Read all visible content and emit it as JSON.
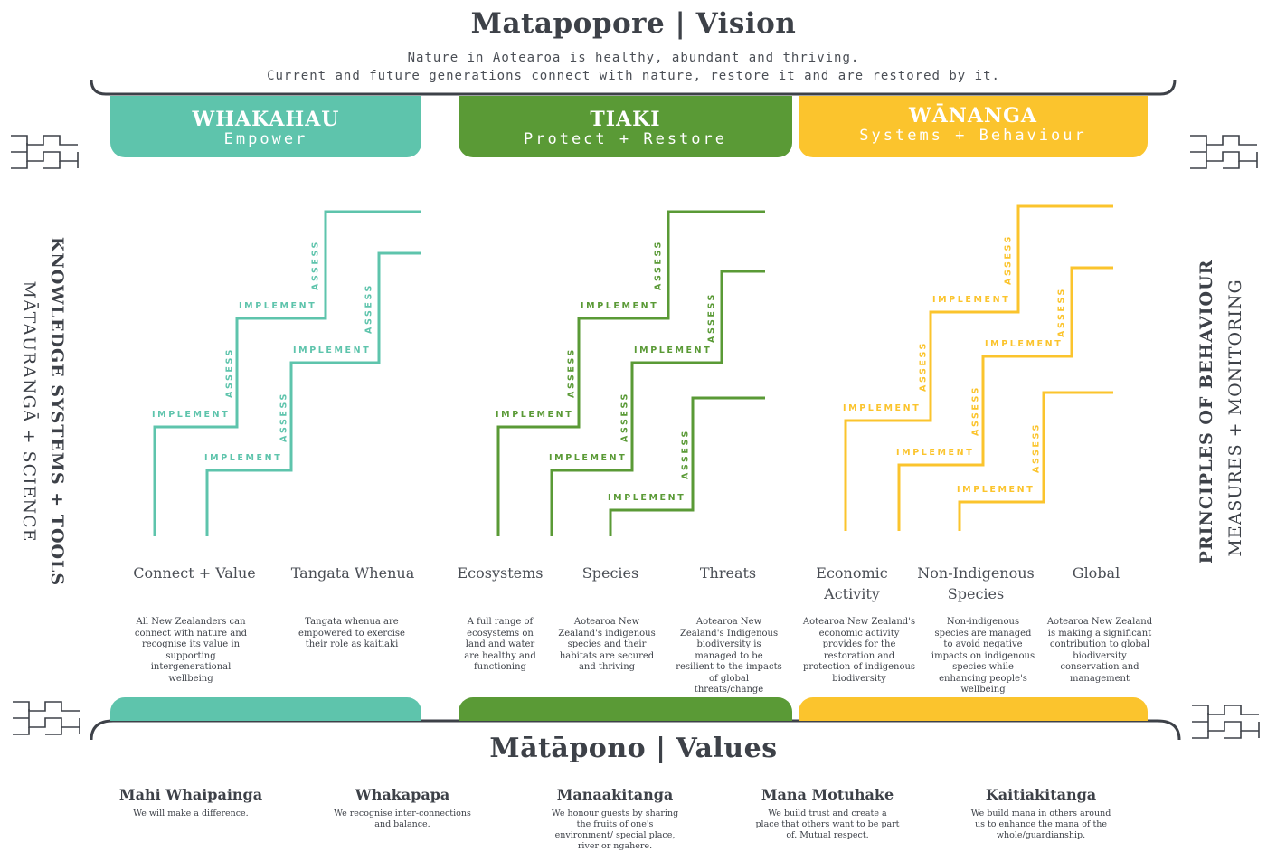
{
  "vision": {
    "title": "Matapopore | Vision",
    "line1": "Nature in Aotearoa is healthy, abundant and thriving.",
    "line2": "Current and future generations connect with nature, restore it and are restored by it."
  },
  "colors": {
    "teal": "#5ec4ac",
    "green": "#5a9a36",
    "yellow": "#fbc42d",
    "dark": "#3d4148"
  },
  "pillars": [
    {
      "title": "WHAKAHAU",
      "subtitle": "Empower"
    },
    {
      "title": "TIAKI",
      "subtitle": "Protect + Restore"
    },
    {
      "title": "WĀNANGA",
      "subtitle": "Systems + Behaviour"
    }
  ],
  "left_side": {
    "line1": "KNOWLEDGE SYSTEMS + TOOLS",
    "line2": "MĀTAURANGĀ + SCIENCE"
  },
  "right_side": {
    "line1": "PRINCIPLES OF BEHAVIOUR",
    "line2": "MEASURES + MONITORING"
  },
  "stair_labels": {
    "implement": "IMPLEMENT",
    "assess": "ASSESS"
  },
  "categories": [
    {
      "name": "Connect + Value",
      "desc": "All New Zealanders can connect with nature and recognise its value in supporting intergenerational wellbeing"
    },
    {
      "name": "Tangata Whenua",
      "desc": "Tangata whenua are empowered to exercise their role as kaitiaki"
    },
    {
      "name": "Ecosystems",
      "desc": "A full range of ecosystems on land and water are healthy and functioning"
    },
    {
      "name": "Species",
      "desc": "Aotearoa New Zealand's indigenous species and their habitats are secured and thriving"
    },
    {
      "name": "Threats",
      "desc": "Aotearoa New Zealand's Indigenous biodiversity is managed to be resilient to the impacts of global threats/change"
    },
    {
      "name": "Economic Activity",
      "desc": "Aotearoa New Zealand's economic activity provides for the restoration and protection of indigenous biodiversity"
    },
    {
      "name": "Non-Indigenous Species",
      "desc": "Non-indigenous species are managed to avoid negative impacts on indigenous species while enhancing people's wellbeing"
    },
    {
      "name": "Global",
      "desc": "Aotearoa New Zealand is making a significant contribution to global biodiversity conservation and management"
    }
  ],
  "values": {
    "title": "Mātāpono | Values",
    "items": [
      {
        "name": "Mahi Whaipainga",
        "desc": "We will make a difference."
      },
      {
        "name": "Whakapapa",
        "desc": "We recognise inter-connections and balance."
      },
      {
        "name": "Manaakitanga",
        "desc": "We honour guests by sharing the fruits of one's environment/ special place, river or ngahere."
      },
      {
        "name": "Mana Motuhake",
        "desc": "We build trust and create a place that others want to be part of. Mutual respect."
      },
      {
        "name": "Kaitiakitanga",
        "desc": "We build mana in others around us to enhance the mana of the whole/guardianship."
      }
    ]
  }
}
